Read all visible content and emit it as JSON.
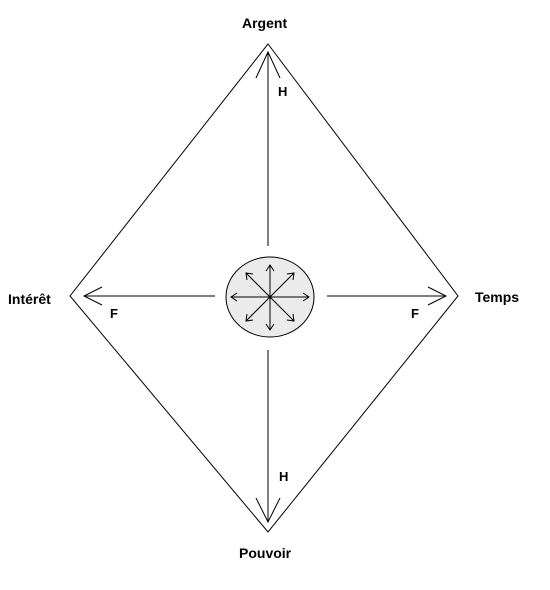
{
  "nodes": {
    "top": "Argent",
    "right": "Temps",
    "bottom": "Pouvoir",
    "left": "Intérêt"
  },
  "arrow_labels": {
    "up": "H",
    "down": "H",
    "left": "F",
    "right": "F"
  },
  "colors": {
    "line": "#000000",
    "center_fill": "#ebebeb",
    "background": "#ffffff"
  },
  "center": {
    "shape": "ellipse",
    "arrow_count": 8
  }
}
